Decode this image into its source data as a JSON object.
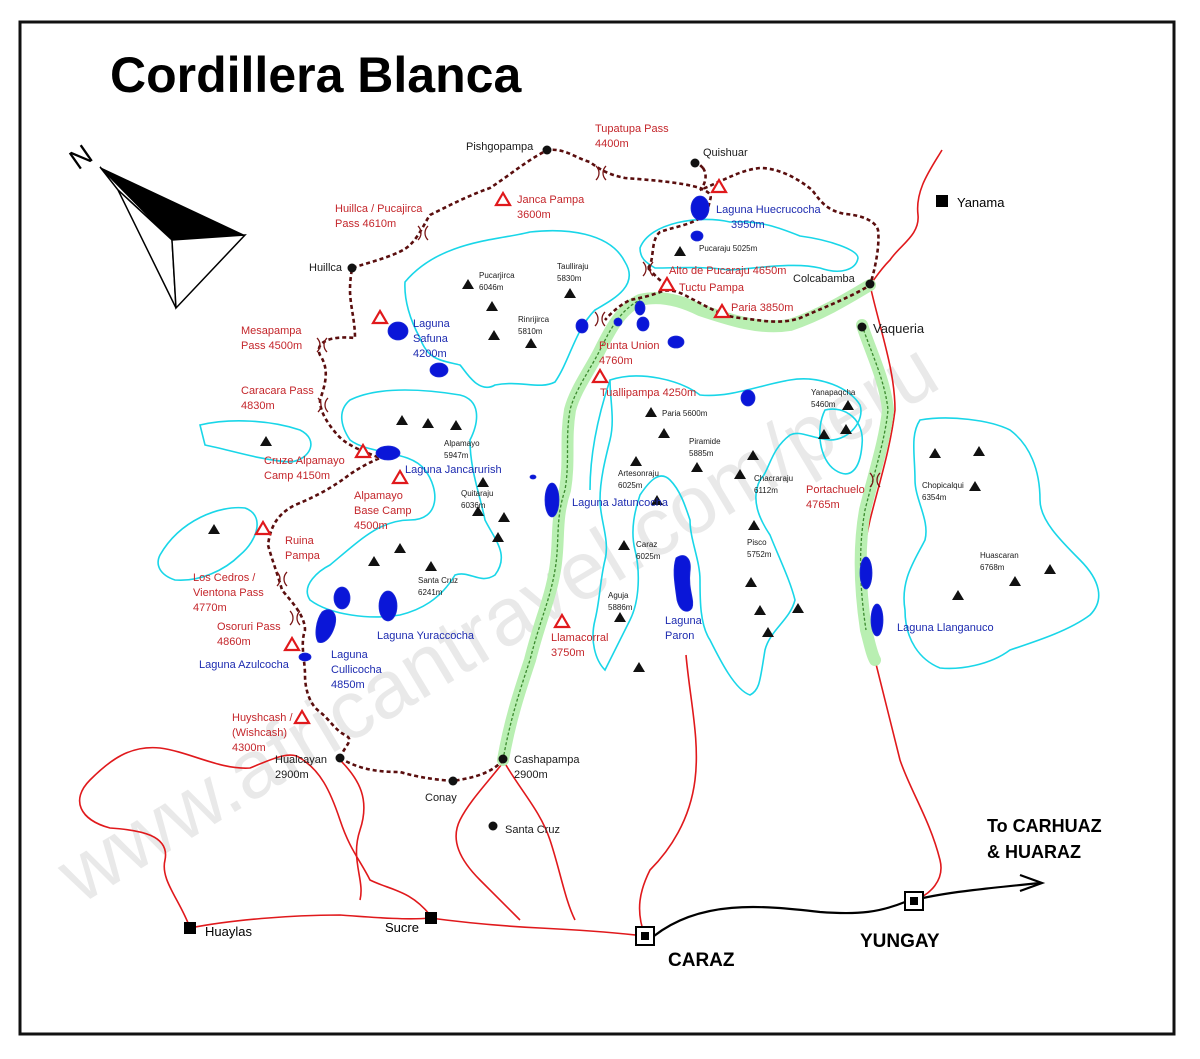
{
  "title": "Cordillera Blanca",
  "watermark": "www.africantravel.com/peru",
  "compass": {
    "label": "N"
  },
  "colors": {
    "glacier": "#19d6e8",
    "road": "#e0191c",
    "trail": "#5a0e0e",
    "lake": "#0a16d8",
    "valley": "#b9efb2",
    "camp": "#e0191c"
  },
  "towns": [
    {
      "label": "Yanama"
    },
    {
      "label": "Huaylas"
    },
    {
      "label": "Sucre"
    }
  ],
  "big_towns": [
    {
      "label": "CARAZ"
    },
    {
      "label": "YUNGAY"
    }
  ],
  "destination": {
    "line1": "To CARHUAZ",
    "line2": "& HUARAZ"
  },
  "villages": [
    {
      "label": "Pishgopampa"
    },
    {
      "label": "Quishuar"
    },
    {
      "label": "Huillca"
    },
    {
      "label": "Colcabamba"
    },
    {
      "label": "Vaqueria"
    },
    {
      "label": "Conay"
    },
    {
      "label": "Santa Cruz"
    }
  ],
  "village_alt": [
    {
      "line1": "Hualcayan",
      "line2": "2900m"
    },
    {
      "line1": "Cashapampa",
      "line2": "2900m"
    }
  ],
  "passes": [
    {
      "line1": "Tupatupa Pass",
      "line2": "4400m"
    },
    {
      "line1": "Huillca / Pucajirca",
      "line2": "Pass 4610m"
    },
    {
      "line1": "Mesapampa",
      "line2": "Pass 4500m"
    },
    {
      "line1": "Caracara Pass",
      "line2": "4830m"
    },
    {
      "line1": "Los Cedros /",
      "line2": "Vientona Pass",
      "line3": "4770m"
    },
    {
      "line1": "Osoruri Pass",
      "line2": "4860m"
    },
    {
      "line1": "Punta Union",
      "line2": "4760m"
    },
    {
      "line1": "Portachuelo",
      "line2": "4765m"
    }
  ],
  "camps": [
    {
      "line1": "Janca Pampa",
      "line2": "3600m"
    },
    {
      "line1": "Alto de Pucaraju 4650m"
    },
    {
      "line1": "Tuctu Pampa"
    },
    {
      "line1": "Paria 3850m"
    },
    {
      "line1": "Tuallipampa 4250m"
    },
    {
      "line1": "Cruze Alpamayo",
      "line2": "Camp 4150m"
    },
    {
      "line1": "Alpamayo",
      "line2": "Base Camp",
      "line3": "4500m"
    },
    {
      "line1": "Ruina",
      "line2": "Pampa"
    },
    {
      "line1": "Llamacorral",
      "line2": "3750m"
    },
    {
      "line1": "Huyshcash /",
      "line2": "(Wishcash)",
      "line3": "4300m"
    }
  ],
  "lakes": [
    {
      "line1": "Laguna Huecrucocha",
      "line2": "3950m"
    },
    {
      "line1": "Laguna",
      "line2": "Safuna",
      "line3": "4200m"
    },
    {
      "line1": "Laguna Jancarurish"
    },
    {
      "line1": "Laguna Jatuncocha"
    },
    {
      "line1": "Laguna Yuraccocha"
    },
    {
      "line1": "Laguna Azulcocha"
    },
    {
      "line1": "Laguna",
      "line2": "Cullicocha",
      "line3": "4850m"
    },
    {
      "line1": "Laguna",
      "line2": "Paron"
    },
    {
      "line1": "Laguna Llanganuco"
    }
  ],
  "peaks": [
    {
      "name": "Pucarjirca",
      "elev": "6046m"
    },
    {
      "name": "Taulliraju",
      "elev": "5830m"
    },
    {
      "name": "Rinrijirca",
      "elev": "5810m"
    },
    {
      "name": "Pucaraju 5025m",
      "elev": ""
    },
    {
      "name": "Alpamayo",
      "elev": "5947m"
    },
    {
      "name": "Quitaraju",
      "elev": "6036m"
    },
    {
      "name": "Santa Cruz",
      "elev": "6241m"
    },
    {
      "name": "Paria 5600m",
      "elev": ""
    },
    {
      "name": "Piramide",
      "elev": "5885m"
    },
    {
      "name": "Artesonraju",
      "elev": "6025m"
    },
    {
      "name": "Caraz",
      "elev": "6025m"
    },
    {
      "name": "Aguja",
      "elev": "5886m"
    },
    {
      "name": "Chacraraju",
      "elev": "6112m"
    },
    {
      "name": "Pisco",
      "elev": "5752m"
    },
    {
      "name": "Yanapaqcha",
      "elev": "5460m"
    },
    {
      "name": "Chopicalqui",
      "elev": "6354m"
    },
    {
      "name": "Huascaran",
      "elev": "6768m"
    }
  ]
}
